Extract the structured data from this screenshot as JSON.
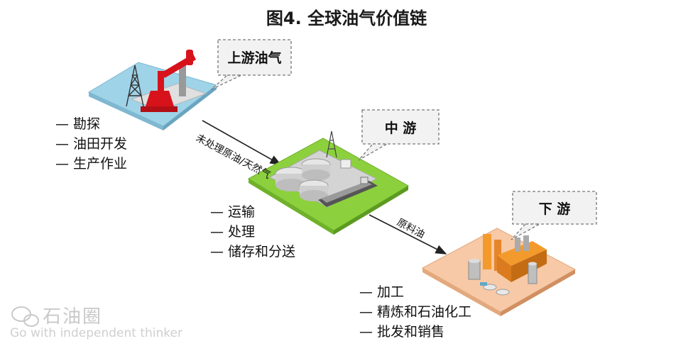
{
  "title": "图4. 全球油气价值链",
  "stages": {
    "upstream": {
      "label": "上游油气",
      "items": [
        "— 勘探",
        "— 油田开发",
        "— 生产作业"
      ]
    },
    "midstream": {
      "label": "中 游",
      "items": [
        "— 运输",
        "— 处理",
        "— 储存和分送"
      ]
    },
    "downstream": {
      "label": "下 游",
      "items": [
        "— 加工",
        "— 精炼和石油化工",
        "— 批发和销售"
      ]
    }
  },
  "flows": {
    "up_to_mid": "未处理原油/天然气",
    "mid_to_down": "原料油"
  },
  "watermark": {
    "brand": "石油圈",
    "slogan": "Go with independent thinker"
  },
  "colors": {
    "upstream_platform": "#9fd3e8",
    "midstream_platform": "#8cd13d",
    "downstream_platform": "#f7c9a6",
    "pumpjack": "#d8121b",
    "refinery": "#f39a2c"
  }
}
